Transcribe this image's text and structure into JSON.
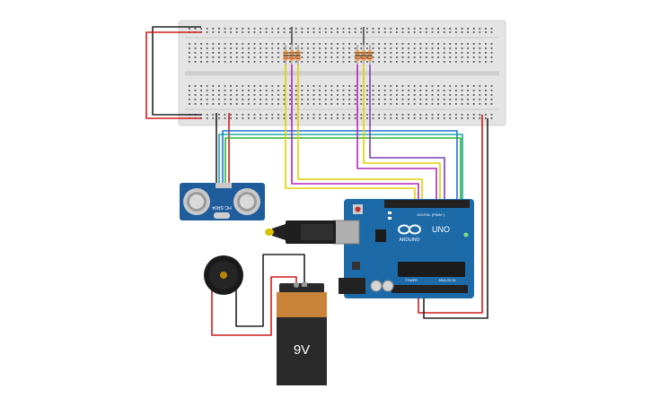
{
  "colors": {
    "background": "#ffffff",
    "breadboard": "#e4e4e4",
    "arduino": "#1d6aa8",
    "sensor": "#1f5c9c",
    "battery_body": "#c9843a",
    "battery_cap": "#2a2a2a",
    "wire_black": "#222222",
    "wire_red": "#d11a1a",
    "wire_yellow": "#e3cf00",
    "wire_green": "#2db12d",
    "wire_blue": "#1e73d1",
    "wire_teal": "#1aa5a5",
    "wire_magenta": "#b526b5",
    "wire_purple": "#7b3fb5"
  },
  "components": {
    "breadboard": {
      "name": "breadboard"
    },
    "arduino": {
      "name": "arduino-uno",
      "brand": "ARDUINO",
      "model": "UNO",
      "digital_label": "DIGITAL (PWM~)",
      "power_label": "POWER",
      "analog_label": "ANALOG IN",
      "icon": "arduino-infinity-logo"
    },
    "sensor": {
      "name": "ultrasonic-sensor",
      "label": "HC-SR04"
    },
    "battery": {
      "name": "9v-battery",
      "label": "9V"
    },
    "buzzer": {
      "name": "piezo-buzzer"
    },
    "led_groups": {
      "name": "led-resistor-groups"
    }
  }
}
